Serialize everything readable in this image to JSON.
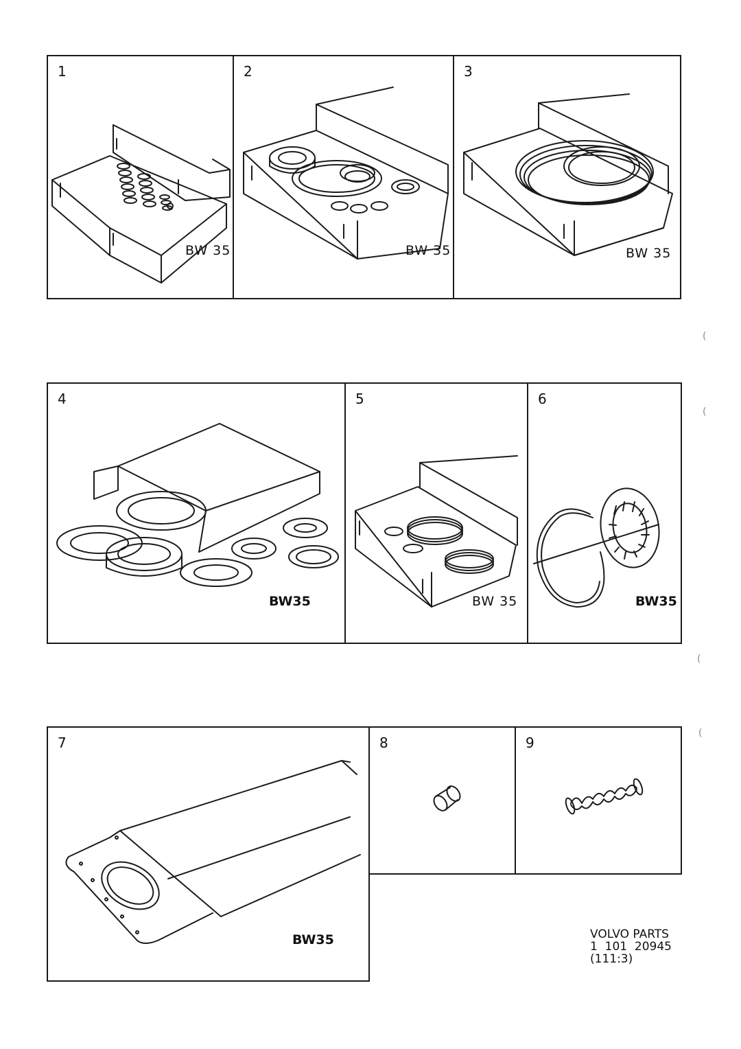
{
  "panels": [
    {
      "number": "1",
      "label": "BW 35"
    },
    {
      "number": "2",
      "label": "BW 35"
    },
    {
      "number": "3",
      "label": "BW 35"
    },
    {
      "number": "4",
      "label": "BW35"
    },
    {
      "number": "5",
      "label": "BW 35"
    },
    {
      "number": "6",
      "label": "BW35"
    },
    {
      "number": "7",
      "label": "BW35"
    },
    {
      "number": "8",
      "label": ""
    },
    {
      "number": "9",
      "label": ""
    }
  ],
  "footer": {
    "line1": "VOLVO PARTS",
    "line2": "1  101  20945",
    "line3": "(111:3)"
  },
  "colors": {
    "ink": "#1b1b1b",
    "paper": "#ffffff"
  }
}
